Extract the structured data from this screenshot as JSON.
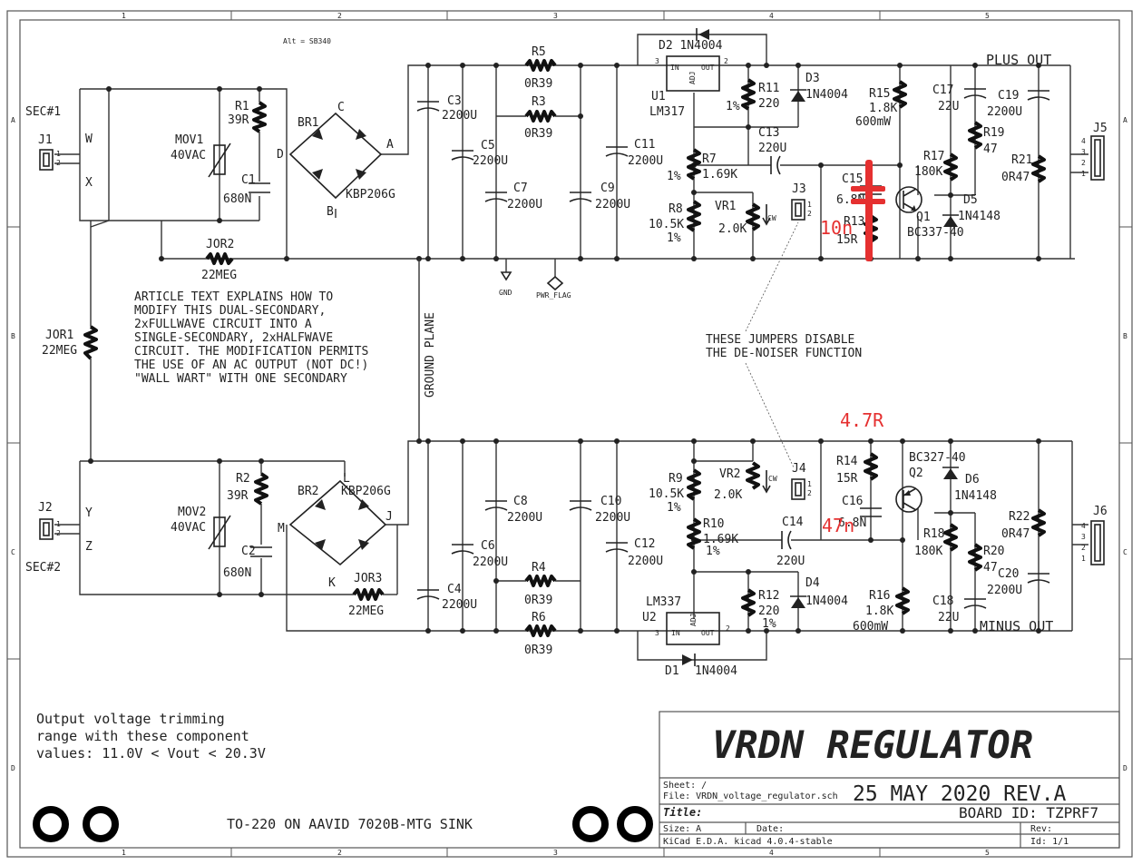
{
  "frame": {
    "col_labels": [
      "1",
      "2",
      "3",
      "4",
      "5",
      "1",
      "2",
      "3",
      "4",
      "5"
    ],
    "row_labels": [
      "A",
      "B",
      "C",
      "D",
      "A",
      "B",
      "C",
      "D"
    ]
  },
  "top": {
    "alt_note": "Alt = SB340",
    "sec1": "SEC#1",
    "j1": "J1",
    "j1_pins": [
      "1",
      "2"
    ],
    "w": "W",
    "x": "X",
    "r1": "R1",
    "r1_val": "39R",
    "mov1": "MOV1",
    "mov1_val": "40VAC",
    "c1": "C1",
    "c1_val": "680N",
    "br1": "BR1",
    "br1_part": "KBP206G",
    "node_c": "C",
    "node_d": "D",
    "node_a": "A",
    "node_b": "B",
    "jor2": "JOR2",
    "jor2_val": "22MEG",
    "c3": "C3",
    "c3_val": "2200U",
    "c5": "C5",
    "c5_val": "2200U",
    "c7": "C7",
    "c7_val": "2200U",
    "c9": "C9",
    "c9_val": "2200U",
    "r5": "R5",
    "r5_val": "0R39",
    "r3": "R3",
    "r3_val": "0R39",
    "c11": "C11",
    "c11_val": "2200U",
    "d2": "D2 1N4004",
    "u1": "U1",
    "u1_part": "LM317",
    "in": "IN",
    "out": "OUT",
    "adj": "ADJ",
    "pin3": "3",
    "pin2": "2",
    "r11": "R11",
    "r11_val": "220",
    "r11_tol": "1%",
    "d3": "D3",
    "d3_val": "1N4004",
    "r7": "R7",
    "r7_val": "1.69K",
    "r7_tol": "1%",
    "c13": "C13",
    "c13_val": "220U",
    "r8": "R8",
    "r8_val": "10.5K",
    "r8_tol": "1%",
    "vr1": "VR1",
    "vr1_val": "2.0K",
    "cw": "CW",
    "j3": "J3",
    "j3_pins": [
      "1",
      "2"
    ],
    "c15": "C15",
    "c15_val": "6.8N",
    "r13": "R13",
    "r13_val": "15R",
    "r15": "R15",
    "r15_val": "1.8K",
    "r15_pow": "600mW",
    "c17": "C17",
    "c17_val": "22U",
    "r19": "R19",
    "r19_val": "47",
    "r17": "R17",
    "r17_val": "180K",
    "q1": "Q1",
    "q1_part": "BC337-40",
    "d5": "D5",
    "d5_val": "1N4148",
    "c19": "C19",
    "c19_val": "2200U",
    "r21": "R21",
    "r21_val": "0R47",
    "j5": "J5",
    "j5_pins": [
      "4",
      "3",
      "2",
      "1"
    ],
    "plus_out": "PLUS OUT",
    "gnd": "GND",
    "pwr_flag": "PWR_FLAG",
    "red_10n": "10n"
  },
  "middle": {
    "article": [
      "ARTICLE TEXT EXPLAINS HOW TO",
      "MODIFY THIS DUAL-SECONDARY,",
      "2xFULLWAVE CIRCUIT INTO A",
      "SINGLE-SECONDARY, 2xHALFWAVE",
      "CIRCUIT.  THE MODIFICATION PERMITS",
      "THE USE OF AN AC OUTPUT (NOT DC!)",
      "\"WALL WART\" WITH ONE SECONDARY"
    ],
    "ground_plane": "GROUND PLANE",
    "jor1": "JOR1",
    "jor1_val": "22MEG",
    "jumpers_note": [
      "THESE JUMPERS DISABLE",
      "THE DE-NOISER FUNCTION"
    ]
  },
  "bottom": {
    "sec2": "SEC#2",
    "j2": "J2",
    "j2_pins": [
      "1",
      "2"
    ],
    "y": "Y",
    "z": "Z",
    "r2": "R2",
    "r2_val": "39R",
    "mov2": "MOV2",
    "mov2_val": "40VAC",
    "c2": "C2",
    "c2_val": "680N",
    "br2": "BR2",
    "br2_part": "KBP206G",
    "node_l": "L",
    "node_m": "M",
    "node_j": "J",
    "node_k": "K",
    "jor3": "JOR3",
    "jor3_val": "22MEG",
    "c4": "C4",
    "c4_val": "2200U",
    "c6": "C6",
    "c6_val": "2200U",
    "c8": "C8",
    "c8_val": "2200U",
    "c10": "C10",
    "c10_val": "2200U",
    "c12": "C12",
    "c12_val": "2200U",
    "r4": "R4",
    "r4_val": "0R39",
    "r6": "R6",
    "r6_val": "0R39",
    "r9": "R9",
    "r9_val": "10.5K",
    "r9_tol": "1%",
    "vr2": "VR2",
    "vr2_val": "2.0K",
    "cw": "CW",
    "r10": "R10",
    "r10_val": "1.69K",
    "r10_tol": "1%",
    "c14": "C14",
    "c14_val": "220U",
    "j4": "J4",
    "j4_pins": [
      "1",
      "2"
    ],
    "r14": "R14",
    "r14_val": "15R",
    "c16": "C16",
    "c16_val": "6.8N",
    "q2": "Q2",
    "q2_part": "BC327-40",
    "d6": "D6",
    "d6_val": "1N4148",
    "r18": "R18",
    "r18_val": "180K",
    "r20": "R20",
    "r20_val": "47",
    "r22": "R22",
    "r22_val": "0R47",
    "c20": "C20",
    "c20_val": "2200U",
    "c18": "C18",
    "c18_val": "22U",
    "r16": "R16",
    "r16_val": "1.8K",
    "r16_pow": "600mW",
    "r12": "R12",
    "r12_val": "220",
    "r12_tol": "1%",
    "d4": "D4",
    "d4_val": "1N4004",
    "u2": "U2",
    "u2_part": "LM337",
    "in": "IN",
    "out": "OUT",
    "adj": "ADJ",
    "pin3": "3",
    "pin2": "2",
    "d1": "D1",
    "d1_val": "1N4004",
    "j6": "J6",
    "j6_pins": [
      "4",
      "3",
      "2",
      "1"
    ],
    "minus_out": "MINUS OUT",
    "red_47r": "4.7R",
    "red_47n": "47n"
  },
  "notes": {
    "trim": [
      "Output voltage trimming",
      "range with these component",
      "values:  11.0V < Vout < 20.3V"
    ],
    "sink": "TO-220 ON AAVID 7020B-MTG SINK"
  },
  "title_block": {
    "title": "VRDN   REGULATOR",
    "sheet": "Sheet: /",
    "file": "File: VRDN_voltage_regulator.sch",
    "date_rev": "25 MAY 2020   REV.A",
    "title_label": "Title:",
    "board_id": "BOARD ID: TZPRF7",
    "size": "Size: A",
    "date": "Date:",
    "rev": "Rev:",
    "kicad": "KiCad E.D.A.  kicad 4.0.4-stable",
    "id": "Id: 1/1"
  },
  "colors": {
    "annotation_red": "#e53030",
    "ink": "#222222"
  }
}
